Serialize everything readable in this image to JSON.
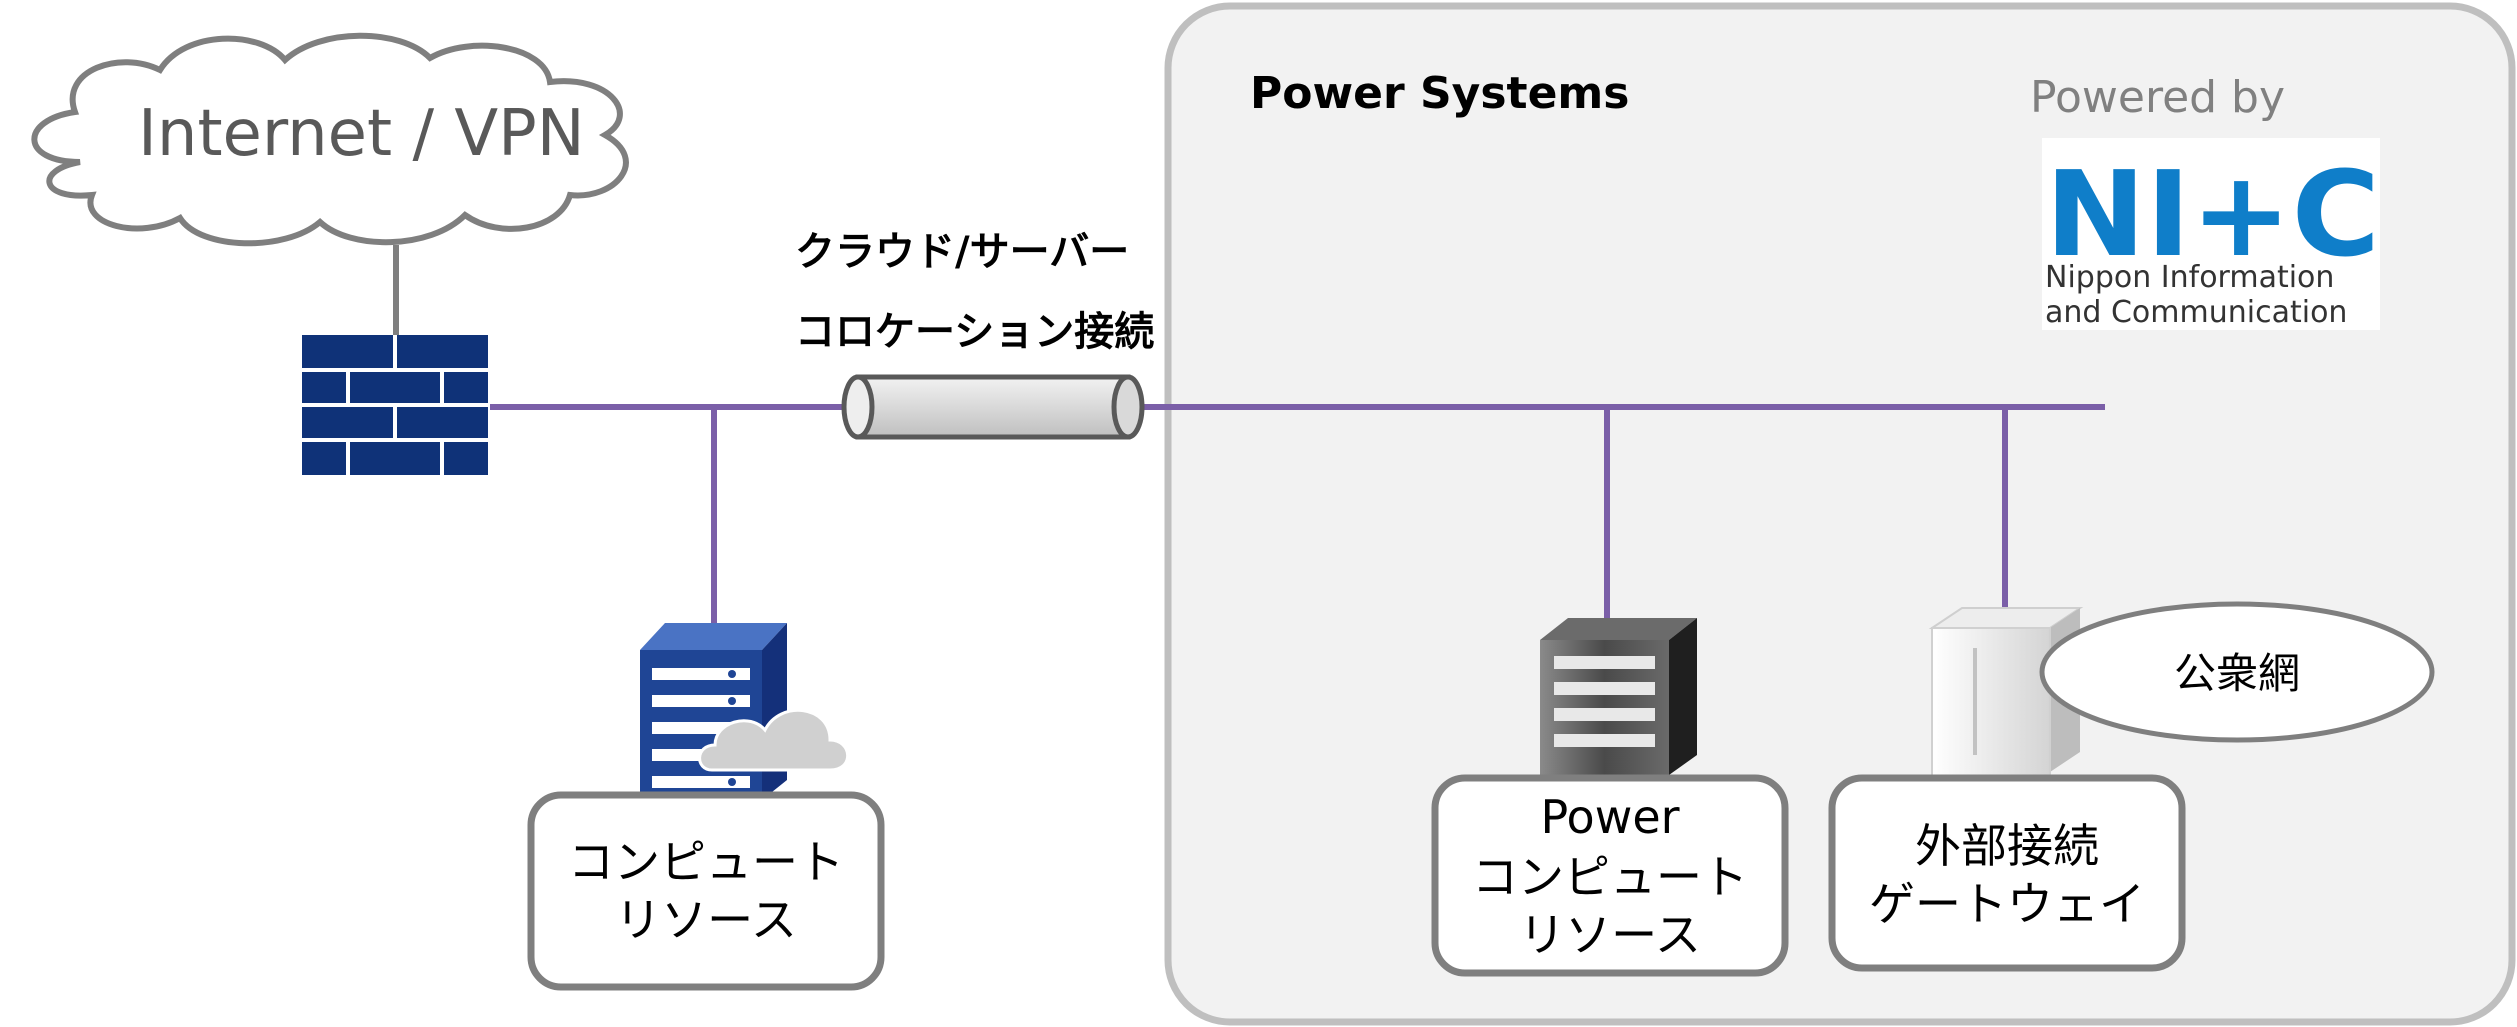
{
  "network": {
    "cloud_label": "Internet / VPN",
    "colocation_label_line1": "クラウド/サーバー",
    "colocation_label_line2": "コロケーション接続"
  },
  "power_systems": {
    "title": "Power Systems",
    "powered_by": "Powered by",
    "logo_text": "NI+C",
    "logo_line1": "Nippon Information",
    "logo_line2": "and Communication",
    "public_network": "公衆網"
  },
  "nodes": {
    "compute_line1": "コンピュート",
    "compute_line2": "リソース",
    "power_compute_line1": "Power",
    "power_compute_line2": "コンピュート",
    "power_compute_line3": "リソース",
    "gateway_line1": "外部接続",
    "gateway_line2": "ゲートウェイ"
  },
  "colors": {
    "link_line": "#7b5fa8",
    "firewall": "#0f3278",
    "server_blue": "#1f4595",
    "logo_blue": "#0f7ec9",
    "panel_bg": "#f2f2f2",
    "panel_border": "#bfbfbf",
    "box_border": "#7f7f7f",
    "text": "#000000",
    "muted_text": "#595959"
  },
  "icons": [
    "cloud-icon",
    "firewall-icon",
    "tunnel-icon",
    "blue-server-icon",
    "small-cloud-icon",
    "dark-server-icon",
    "gateway-server-icon"
  ]
}
